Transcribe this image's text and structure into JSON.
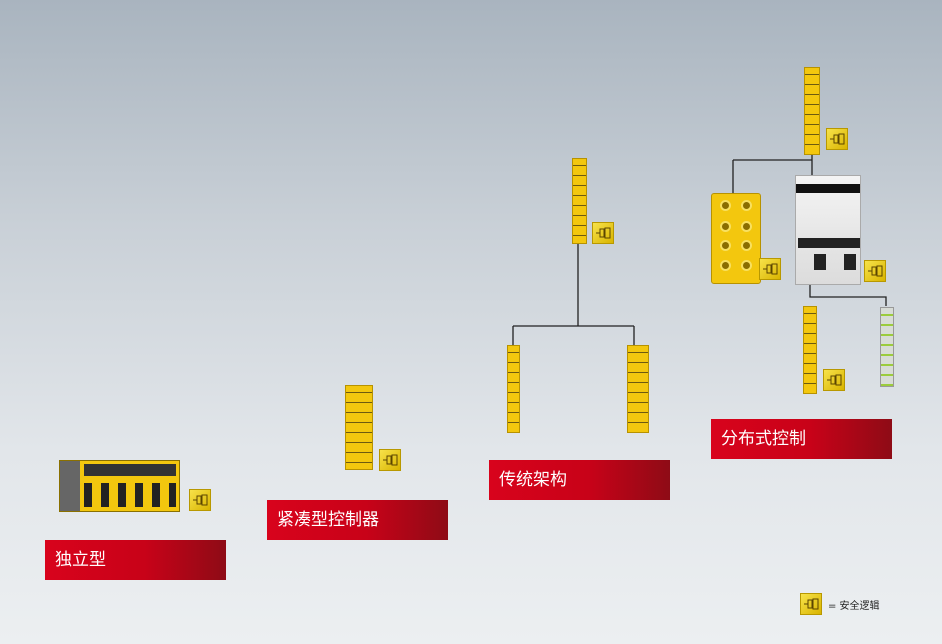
{
  "categories": [
    {
      "label": "独立型"
    },
    {
      "label": "紧凑型控制器"
    },
    {
      "label": "传统架构"
    },
    {
      "label": "分布式控制"
    }
  ],
  "legend": {
    "text": "= 安全逻辑",
    "icon": "safety-logic-icon"
  },
  "colors": {
    "label_red": "#d8031c",
    "module_yellow": "#f3c70e",
    "line": "#222222"
  }
}
